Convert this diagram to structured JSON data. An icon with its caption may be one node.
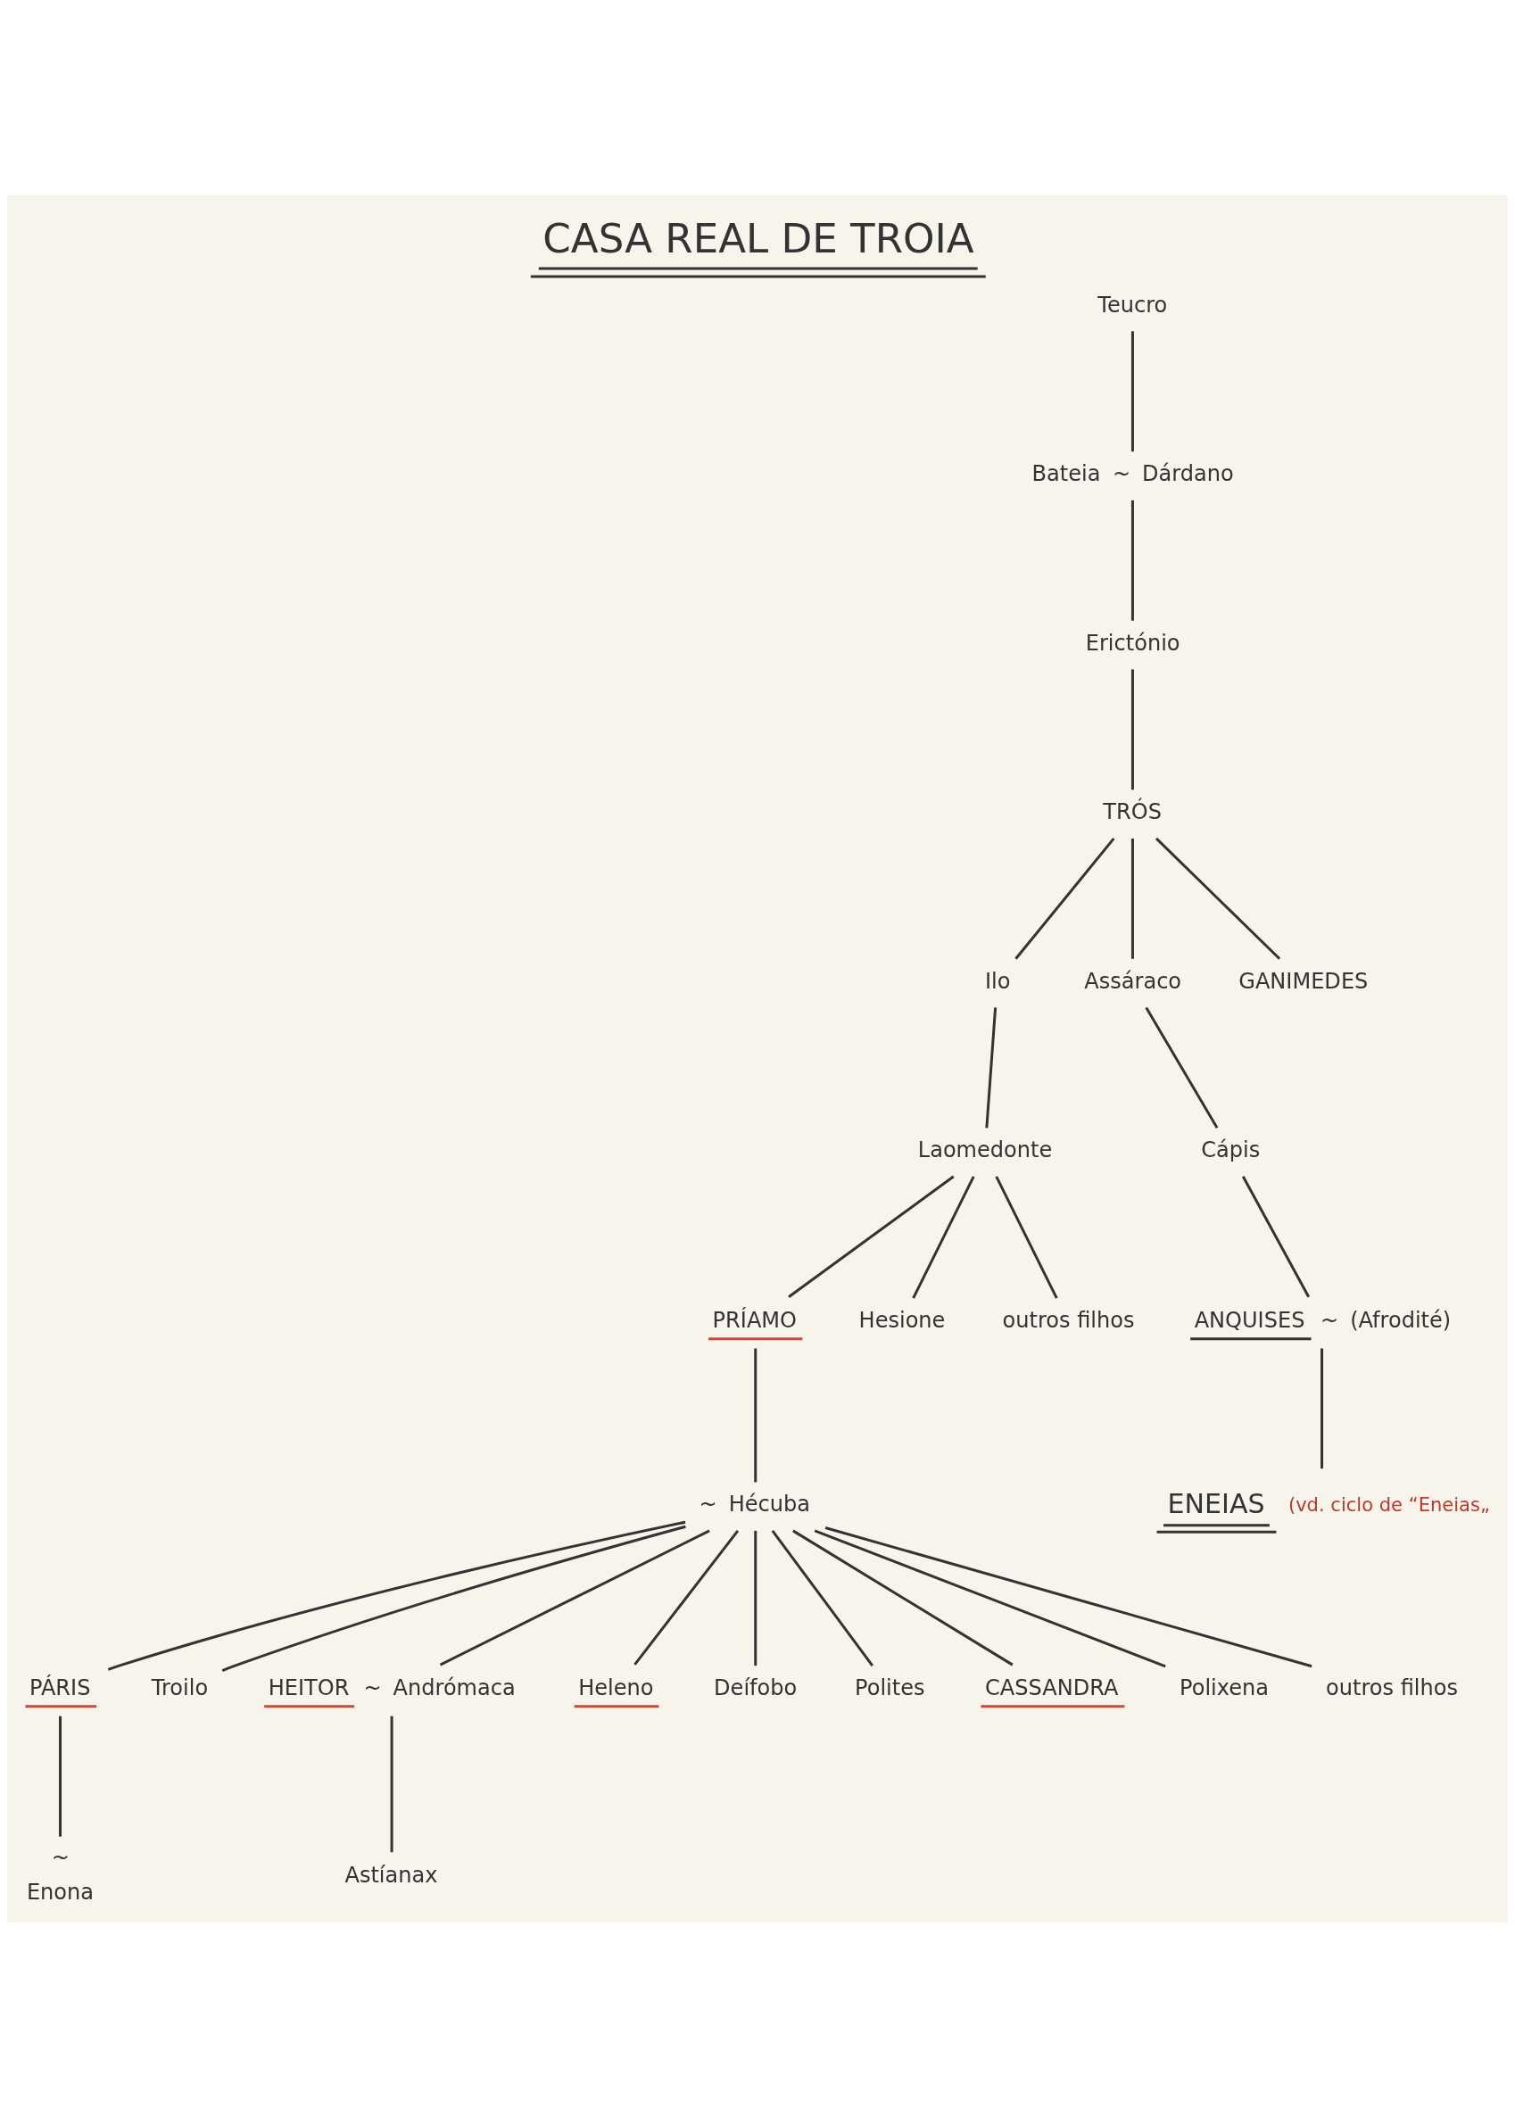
{
  "diagram": {
    "title": "CASA REAL DE TROIA",
    "nodes": [
      {
        "text": [
          "Teucro"
        ]
      },
      {
        "text": [
          "Bateia",
          "~",
          "Dárdano"
        ]
      },
      {
        "text": [
          "Erictónio"
        ]
      },
      {
        "text": [
          "TRÓS"
        ]
      },
      {
        "text": [
          "Ilo"
        ]
      },
      {
        "text": [
          "Assáraco"
        ]
      },
      {
        "text": [
          "GANIMEDES"
        ]
      },
      {
        "text": [
          "Laomedonte"
        ]
      },
      {
        "text": [
          "Cápis"
        ]
      },
      {
        "text": [
          "PRÍAMO"
        ]
      },
      {
        "text": [
          "Hesione"
        ]
      },
      {
        "text": [
          "outros filhos"
        ]
      },
      {
        "text": [
          "ANQUISES",
          "~",
          "(Afrodité)"
        ]
      },
      {
        "text": [
          "~",
          "Hécuba"
        ]
      },
      {
        "text": [
          "ENEIAS",
          "(vd. ciclo de “Eneias„"
        ]
      },
      {
        "text": [
          "PÁRIS"
        ]
      },
      {
        "text": [
          "Troilo"
        ]
      },
      {
        "text": [
          "HEITOR",
          "~",
          "Andrómaca"
        ]
      },
      {
        "text": [
          "Heleno"
        ]
      },
      {
        "text": [
          "Deífobo"
        ]
      },
      {
        "text": [
          "Polites"
        ]
      },
      {
        "text": [
          "CASSANDRA"
        ]
      },
      {
        "text": [
          "Polixena"
        ]
      },
      {
        "text": [
          "outros filhos"
        ]
      },
      {
        "text": [
          "~",
          "Enona"
        ]
      },
      {
        "text": [
          "Astíanax"
        ]
      }
    ],
    "edges": [
      {
        "from": 0,
        "to": 1,
        "arrow": "none"
      },
      {
        "from": 1,
        "to": 2,
        "arrow": "none"
      },
      {
        "from": 2,
        "to": 3,
        "arrow": "none"
      },
      {
        "from": 3,
        "to": 4,
        "arrow": "none"
      },
      {
        "from": 3,
        "to": 5,
        "arrow": "none"
      },
      {
        "from": 3,
        "to": 6,
        "arrow": "none"
      },
      {
        "from": 4,
        "to": 7,
        "arrow": "none"
      },
      {
        "from": 5,
        "to": 8,
        "arrow": "none"
      },
      {
        "from": 7,
        "to": 9,
        "arrow": "none"
      },
      {
        "from": 7,
        "to": 10,
        "arrow": "none"
      },
      {
        "from": 7,
        "to": 11,
        "arrow": "none"
      },
      {
        "from": 8,
        "to": 12,
        "arrow": "none"
      },
      {
        "from": 9,
        "to": 13,
        "arrow": "none"
      },
      {
        "from": 12,
        "to": 14,
        "arrow": "none"
      },
      {
        "from": 13,
        "to": 15,
        "arrow": "none"
      },
      {
        "from": 13,
        "to": 16,
        "arrow": "none"
      },
      {
        "from": 13,
        "to": 17,
        "arrow": "none"
      },
      {
        "from": 13,
        "to": 18,
        "arrow": "none"
      },
      {
        "from": 13,
        "to": 19,
        "arrow": "none"
      },
      {
        "from": 13,
        "to": 20,
        "arrow": "none"
      },
      {
        "from": 13,
        "to": 21,
        "arrow": "none"
      },
      {
        "from": 13,
        "to": 22,
        "arrow": "none"
      },
      {
        "from": 13,
        "to": 23,
        "arrow": "none"
      },
      {
        "from": 15,
        "to": 24,
        "arrow": "none"
      },
      {
        "from": 17,
        "to": 25,
        "arrow": "none"
      }
    ]
  }
}
